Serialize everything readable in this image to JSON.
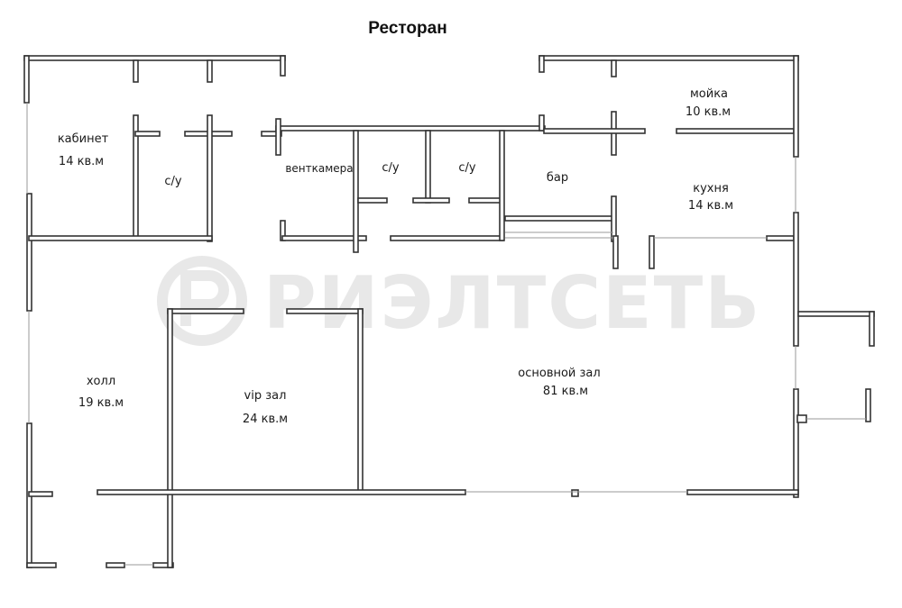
{
  "title": "Ресторан",
  "watermark": {
    "text": "РИЭЛТСЕТЬ",
    "logo_icon": "realtset-logo-icon"
  },
  "rooms": {
    "office": {
      "name": "кабинет",
      "area": "14 кв.м"
    },
    "wc_office": {
      "name": "с/у"
    },
    "vent": {
      "name": "венткамера"
    },
    "wc_1": {
      "name": "с/у"
    },
    "wc_2": {
      "name": "с/у"
    },
    "bar": {
      "name": "бар"
    },
    "wash": {
      "name": "мойка",
      "area": "10 кв.м"
    },
    "kitchen": {
      "name": "кухня",
      "area": "14 кв.м"
    },
    "hall": {
      "name": "холл",
      "area": "19 кв.м"
    },
    "vip": {
      "name": "vip зал",
      "area": "24 кв.м"
    },
    "main": {
      "name": "основной зал",
      "area": "81 кв.м"
    }
  },
  "colors": {
    "wall_fill": "#ffffff",
    "wall_stroke": "#333333",
    "text": "#1a1a1a",
    "watermark": "#e8e8e8"
  }
}
